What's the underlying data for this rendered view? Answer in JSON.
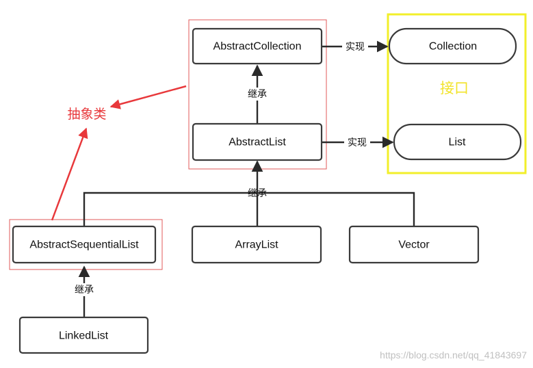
{
  "nodes": {
    "abstract_collection": "AbstractCollection",
    "collection": "Collection",
    "abstract_list": "AbstractList",
    "list": "List",
    "abstract_sequential_list": "AbstractSequentialList",
    "array_list": "ArrayList",
    "vector": "Vector",
    "linked_list": "LinkedList"
  },
  "edges": {
    "implements_collection": "实现",
    "implements_list": "实现",
    "inherits_abstract_list": "继承",
    "inherits_children": "继承",
    "inherits_linked_list": "继承"
  },
  "groups": {
    "abstract_class_label": "抽象类",
    "interface_label": "接口"
  },
  "colors": {
    "abstract_highlight": "#e8383b",
    "interface_highlight": "#f2e32a",
    "node_border": "#3a3a3a"
  },
  "watermark": "https://blog.csdn.net/qq_41843697"
}
